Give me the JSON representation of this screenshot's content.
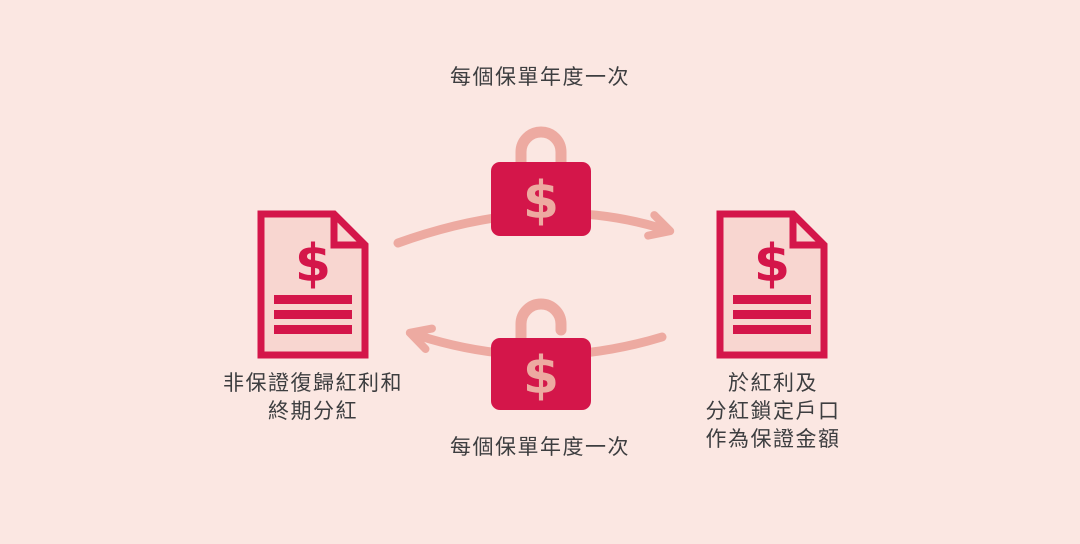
{
  "diagram": {
    "top_cycle_label": "每個保單年度一次",
    "bottom_cycle_label": "每個保單年度一次",
    "left_label_lines": [
      "非保證復歸紅利和",
      "終期分紅"
    ],
    "right_label_lines": [
      "於紅利及",
      "分紅鎖定戶口",
      "作為保證金額"
    ],
    "icons": {
      "locked_padlock": "locked-padlock-with-dollar",
      "unlocked_padlock": "unlocked-padlock-with-dollar",
      "left_document": "document-with-dollar-and-lines",
      "right_document": "document-with-dollar-and-lines",
      "dollar_symbol": "$"
    },
    "colors": {
      "background": "#fbe7e2",
      "crimson": "#d4164a",
      "salmon": "#edaaa1",
      "document_fill": "#f8d6d0",
      "text": "#3d3e40"
    }
  }
}
